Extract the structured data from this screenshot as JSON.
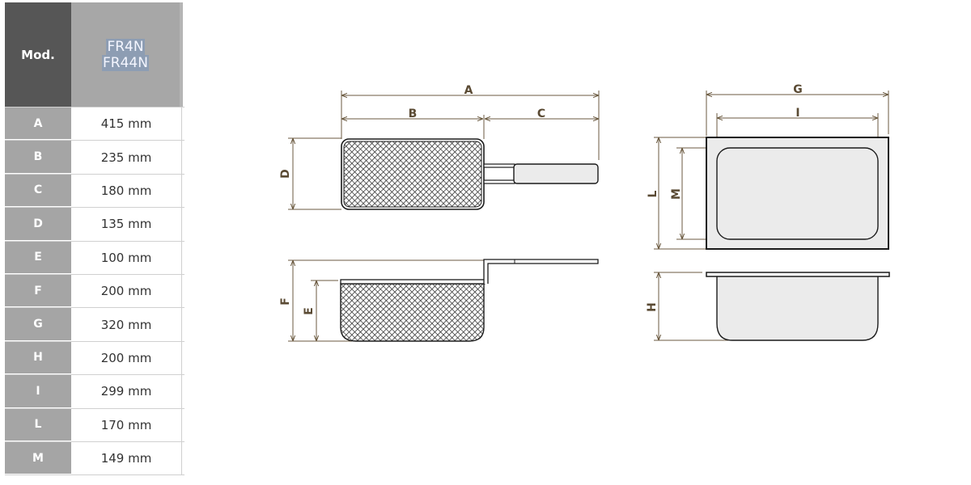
{
  "table": {
    "header_label": "Mod.",
    "models": [
      "FR4N",
      "FR44N"
    ],
    "rows": [
      {
        "key": "A",
        "value": "415 mm"
      },
      {
        "key": "B",
        "value": "235 mm"
      },
      {
        "key": "C",
        "value": "180 mm"
      },
      {
        "key": "D",
        "value": "135 mm"
      },
      {
        "key": "E",
        "value": "100 mm"
      },
      {
        "key": "F",
        "value": "200 mm"
      },
      {
        "key": "G",
        "value": "320 mm"
      },
      {
        "key": "H",
        "value": "200 mm"
      },
      {
        "key": "I",
        "value": "299 mm"
      },
      {
        "key": "L",
        "value": "170 mm"
      },
      {
        "key": "M",
        "value": "149 mm"
      }
    ]
  },
  "diagram": {
    "basket_top_labels": {
      "A": "A",
      "B": "B",
      "C": "C",
      "D": "D"
    },
    "basket_side_labels": {
      "E": "E",
      "F": "F"
    },
    "pan_top_labels": {
      "G": "G",
      "I": "I",
      "L": "L",
      "M": "M"
    },
    "pan_side_labels": {
      "H": "H"
    },
    "colors": {
      "dimension": "#6b5a40",
      "outline": "#1a1a1a",
      "fill": "#ebebeb"
    }
  }
}
